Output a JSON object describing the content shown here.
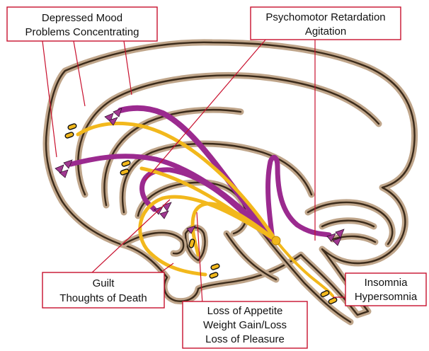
{
  "labels": {
    "mood": {
      "line1": "Depressed Mood",
      "line2": "Problems Concentrating"
    },
    "motor": {
      "line1": "Psychomotor Retardation",
      "line2": "Agitation"
    },
    "guilt": {
      "line1": "Guilt",
      "line2": "Thoughts of Death"
    },
    "appetite": {
      "line1": "Loss of Appetite",
      "line2": "Weight Gain/Loss",
      "line3": "Loss of Pleasure"
    },
    "sleep": {
      "line1": "Insomnia",
      "line2": "Hypersomnia"
    }
  },
  "colors": {
    "serotonin_pathway": "#f2b81c",
    "norepinephrine_pathway": "#9b2a8f",
    "label_border": "#c8102e",
    "brain_outline": "#bfa58a"
  }
}
